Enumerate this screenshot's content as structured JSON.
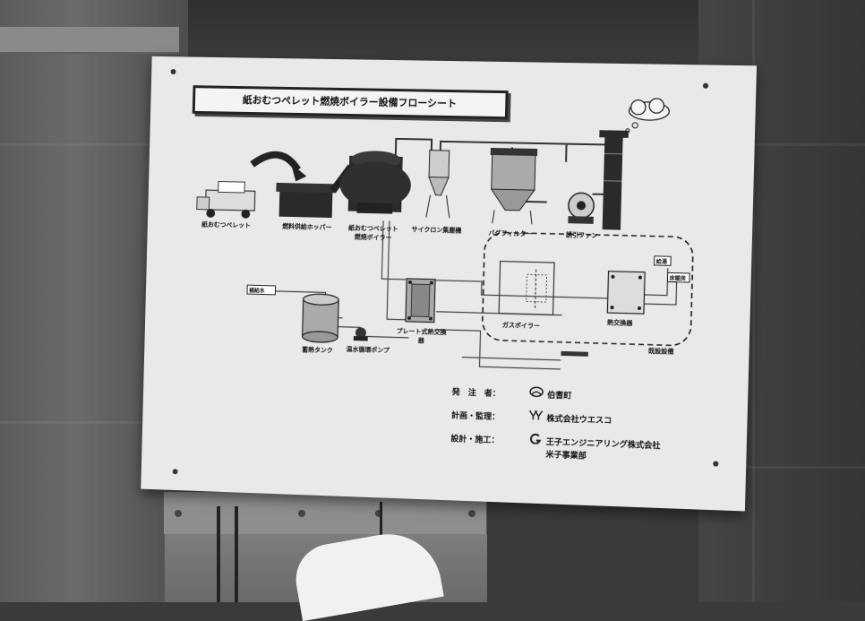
{
  "board": {
    "title": "紙おむつペレット燃焼ボイラー設備フローシート",
    "labels": {
      "pellet_truck": "紙おむつペレット",
      "hopper": "燃料供給ホッパー",
      "boiler": "紙おむつペレット燃焼ボイラー",
      "cyclone": "サイクロン集塵機",
      "bag_filter": "バグフィルター",
      "fan": "誘引ファン",
      "water_supply": "補給水",
      "tank": "蓄熱タンク",
      "pump": "温水循環ポンプ",
      "plate_hx": "プレート式熱交換器",
      "gas_boiler": "ガスボイラー",
      "heat_exchanger": "熱交換器",
      "existing": "既設設備",
      "tag_a": "給湯",
      "tag_b": "床暖房"
    },
    "credits": [
      {
        "role": "発　注　者：",
        "name": "伯耆町",
        "logo": "town-emblem-icon"
      },
      {
        "role": "計画・監理：",
        "name": "株式会社ウエスコ",
        "logo": "company-logo-icon"
      },
      {
        "role": "設計・施工：",
        "name": "王子エンジニアリング株式会社",
        "name2": "米子事業部",
        "logo": "company-logo-icon"
      }
    ]
  },
  "colors": {
    "board": "#e9e9e9",
    "line": "#333333",
    "machine": "#2a2a2a"
  }
}
